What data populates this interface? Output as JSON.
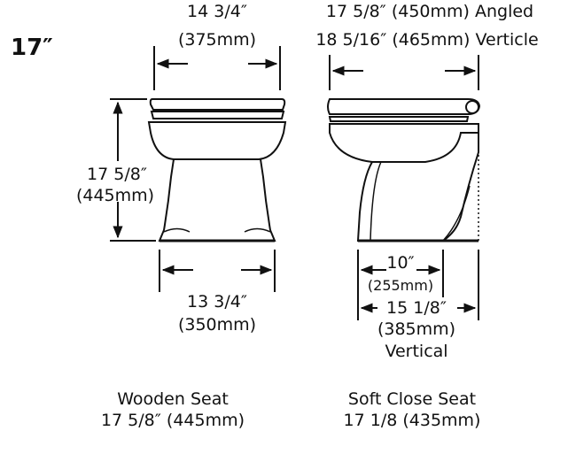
{
  "size_label": "17″",
  "front_view": {
    "top_width": "14 3/4″",
    "top_width_mm": "(375mm)",
    "height": "17 5/8″",
    "height_mm": "(445mm)",
    "base_width": "13 3/4″",
    "base_width_mm": "(350mm)"
  },
  "side_view": {
    "length_angled": "17 5/8″ (450mm) Angled",
    "length_vertical": "18 5/16″ (465mm) Verticle",
    "base_depth": "10″",
    "base_depth_mm": "(255mm)",
    "depth": "15 1/8″",
    "depth_mm": "(385mm)",
    "depth_note": "Vertical"
  },
  "seats": [
    {
      "name": "Wooden Seat",
      "height": "17 5/8″ (445mm)"
    },
    {
      "name": "Soft Close Seat",
      "height": "17 1/8 (435mm)"
    }
  ]
}
